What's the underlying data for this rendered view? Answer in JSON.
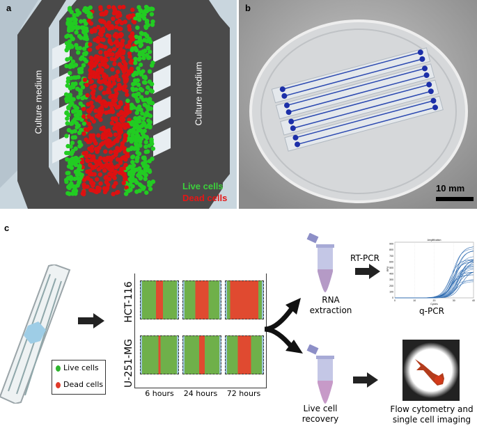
{
  "panel_a": {
    "label": "a",
    "culture_medium_left": "Culture medium",
    "culture_medium_right": "Culture medium",
    "live_cells": "Live cells",
    "dead_cells": "Dead cells",
    "colors": {
      "live": "#22cc22",
      "dead": "#dd1111",
      "chip": "#4a4a4a",
      "background": "#c9d6de"
    }
  },
  "panel_b": {
    "label": "b",
    "scale_bar": "10 mm"
  },
  "panel_c": {
    "label": "c",
    "legend": {
      "live": "Live cells",
      "dead": "Dead cells"
    },
    "rows": [
      "HCT-116",
      "U-251-MG"
    ],
    "columns": [
      "6 hours",
      "24 hours",
      "72 hours"
    ],
    "dead_fraction": [
      [
        0.18,
        0.35,
        0.75
      ],
      [
        0.05,
        0.15,
        0.35
      ]
    ],
    "rna_extraction": [
      "RNA",
      "extraction"
    ],
    "rt_pcr": "RT-PCR",
    "qpcr_label": "q-PCR",
    "live_cell_recovery": [
      "Live cell",
      "recovery"
    ],
    "flow_cytometry": [
      "Flow cytometry and",
      "single cell imaging"
    ],
    "qpcr_chart": {
      "title": "Amplification",
      "xlabel": "Cycles",
      "ylabel": "RFU",
      "x_ticks": [
        "0",
        "10",
        "20",
        "30",
        "40"
      ],
      "y_ticks": [
        "0",
        "100",
        "200",
        "300",
        "400",
        "500",
        "600",
        "700",
        "800",
        "900"
      ]
    }
  }
}
